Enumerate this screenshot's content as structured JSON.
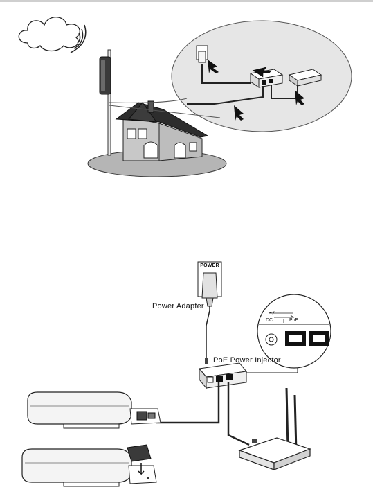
{
  "labels": {
    "power_sign": "POWER",
    "power_adapter": "Power Adapter",
    "poe_injector": "PoE Power Injector",
    "port_dc": "DC",
    "port_poe": "PoE"
  }
}
